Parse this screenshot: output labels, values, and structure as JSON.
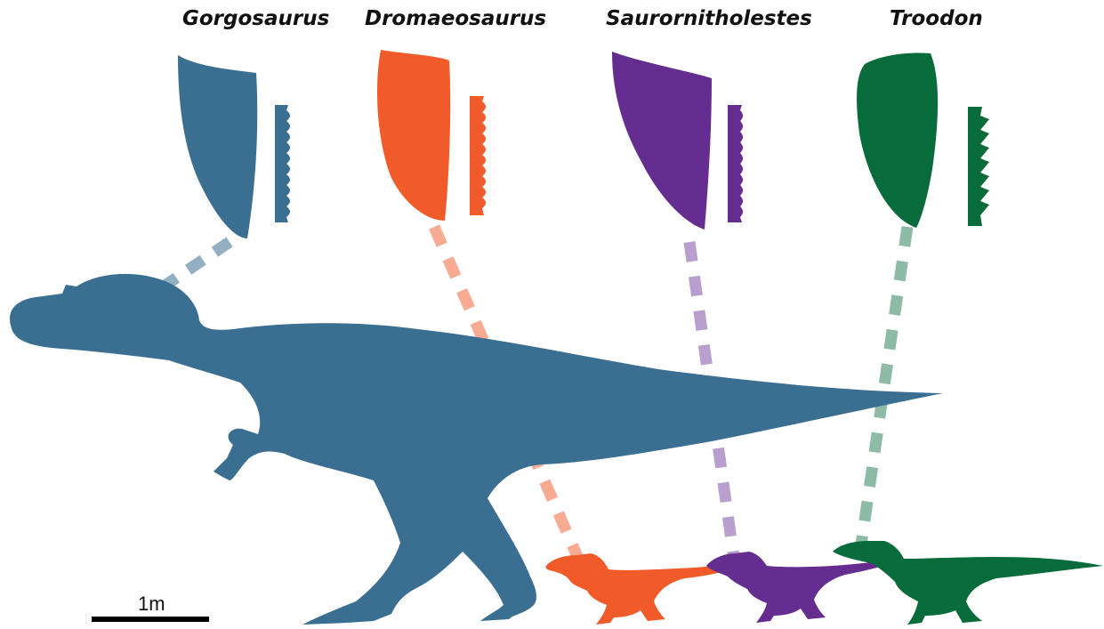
{
  "species": [
    {
      "name": "Gorgosaurus",
      "color": "#3b6f92"
    },
    {
      "name": "Dromaeosaurus",
      "color": "#f15a29"
    },
    {
      "name": "Saurornitholestes",
      "color": "#662d91"
    },
    {
      "name": "Troodon",
      "color": "#076b3b"
    }
  ],
  "scale_bar": {
    "label": "1m"
  }
}
